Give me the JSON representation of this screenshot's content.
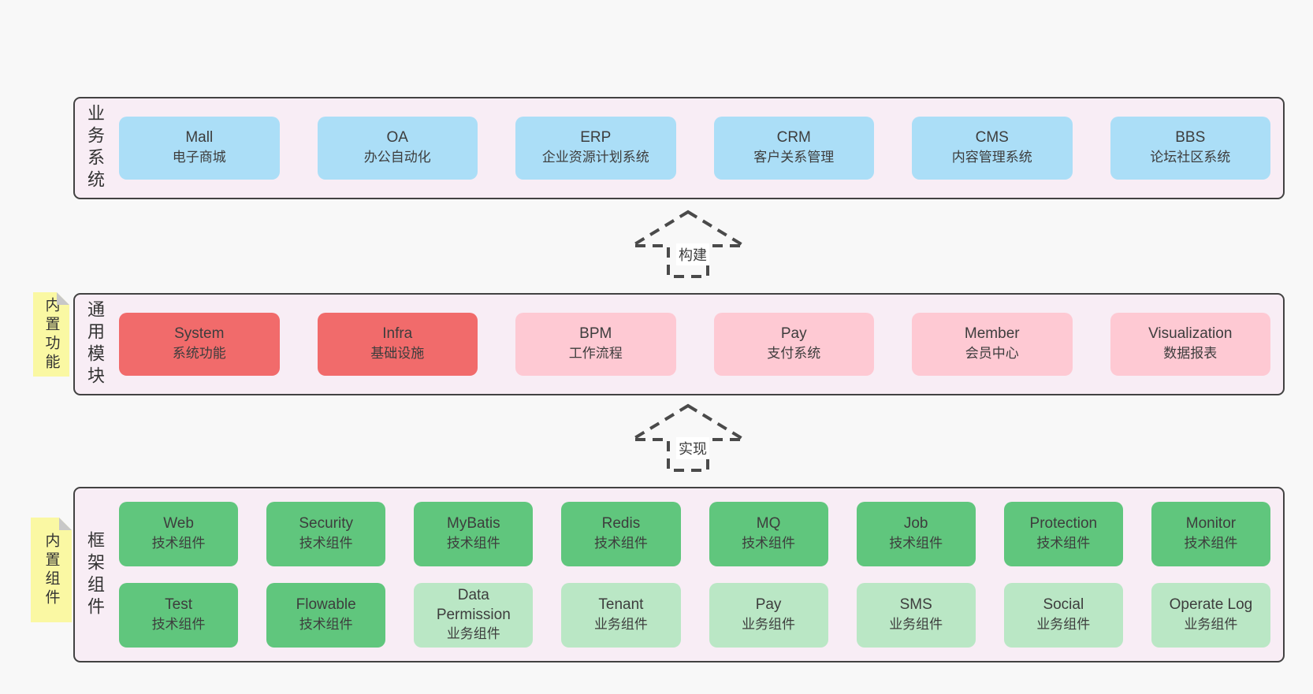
{
  "colors": {
    "page_bg": "#f8f8f8",
    "band_bg": "#f8edf5",
    "band_border": "#424242",
    "blue_box": "#abdef7",
    "red_box": "#f16b6b",
    "pink_box": "#fec9d3",
    "green_box": "#60c67d",
    "light_green_box": "#bae7c5",
    "sticky_yellow": "#faf8a3",
    "sticky_fold": "#c8c8c8",
    "text": "#3d3d3d"
  },
  "arrows": [
    {
      "label": "构建"
    },
    {
      "label": "实现"
    }
  ],
  "stickies": [
    {
      "label": "内置功能"
    },
    {
      "label": "内置组件"
    }
  ],
  "bands": {
    "business": {
      "label": "业务系统",
      "items": [
        {
          "name": "Mall",
          "desc": "电子商城"
        },
        {
          "name": "OA",
          "desc": "办公自动化"
        },
        {
          "name": "ERP",
          "desc": "企业资源计划系统"
        },
        {
          "name": "CRM",
          "desc": "客户关系管理"
        },
        {
          "name": "CMS",
          "desc": "内容管理系统"
        },
        {
          "name": "BBS",
          "desc": "论坛社区系统"
        }
      ]
    },
    "modules": {
      "label": "通用模块",
      "items": [
        {
          "name": "System",
          "desc": "系统功能"
        },
        {
          "name": "Infra",
          "desc": "基础设施"
        },
        {
          "name": "BPM",
          "desc": "工作流程"
        },
        {
          "name": "Pay",
          "desc": "支付系统"
        },
        {
          "name": "Member",
          "desc": "会员中心"
        },
        {
          "name": "Visualization",
          "desc": "数据报表"
        }
      ]
    },
    "framework": {
      "label": "框架组件",
      "row1": [
        {
          "name": "Web",
          "desc": "技术组件"
        },
        {
          "name": "Security",
          "desc": "技术组件"
        },
        {
          "name": "MyBatis",
          "desc": "技术组件"
        },
        {
          "name": "Redis",
          "desc": "技术组件"
        },
        {
          "name": "MQ",
          "desc": "技术组件"
        },
        {
          "name": "Job",
          "desc": "技术组件"
        },
        {
          "name": "Protection",
          "desc": "技术组件"
        },
        {
          "name": "Monitor",
          "desc": "技术组件"
        }
      ],
      "row2": [
        {
          "name": "Test",
          "desc": "技术组件"
        },
        {
          "name": "Flowable",
          "desc": "技术组件"
        },
        {
          "name": "Data Permission",
          "desc": "业务组件"
        },
        {
          "name": "Tenant",
          "desc": "业务组件"
        },
        {
          "name": "Pay",
          "desc": "业务组件"
        },
        {
          "name": "SMS",
          "desc": "业务组件"
        },
        {
          "name": "Social",
          "desc": "业务组件"
        },
        {
          "name": "Operate Log",
          "desc": "业务组件"
        }
      ]
    }
  }
}
